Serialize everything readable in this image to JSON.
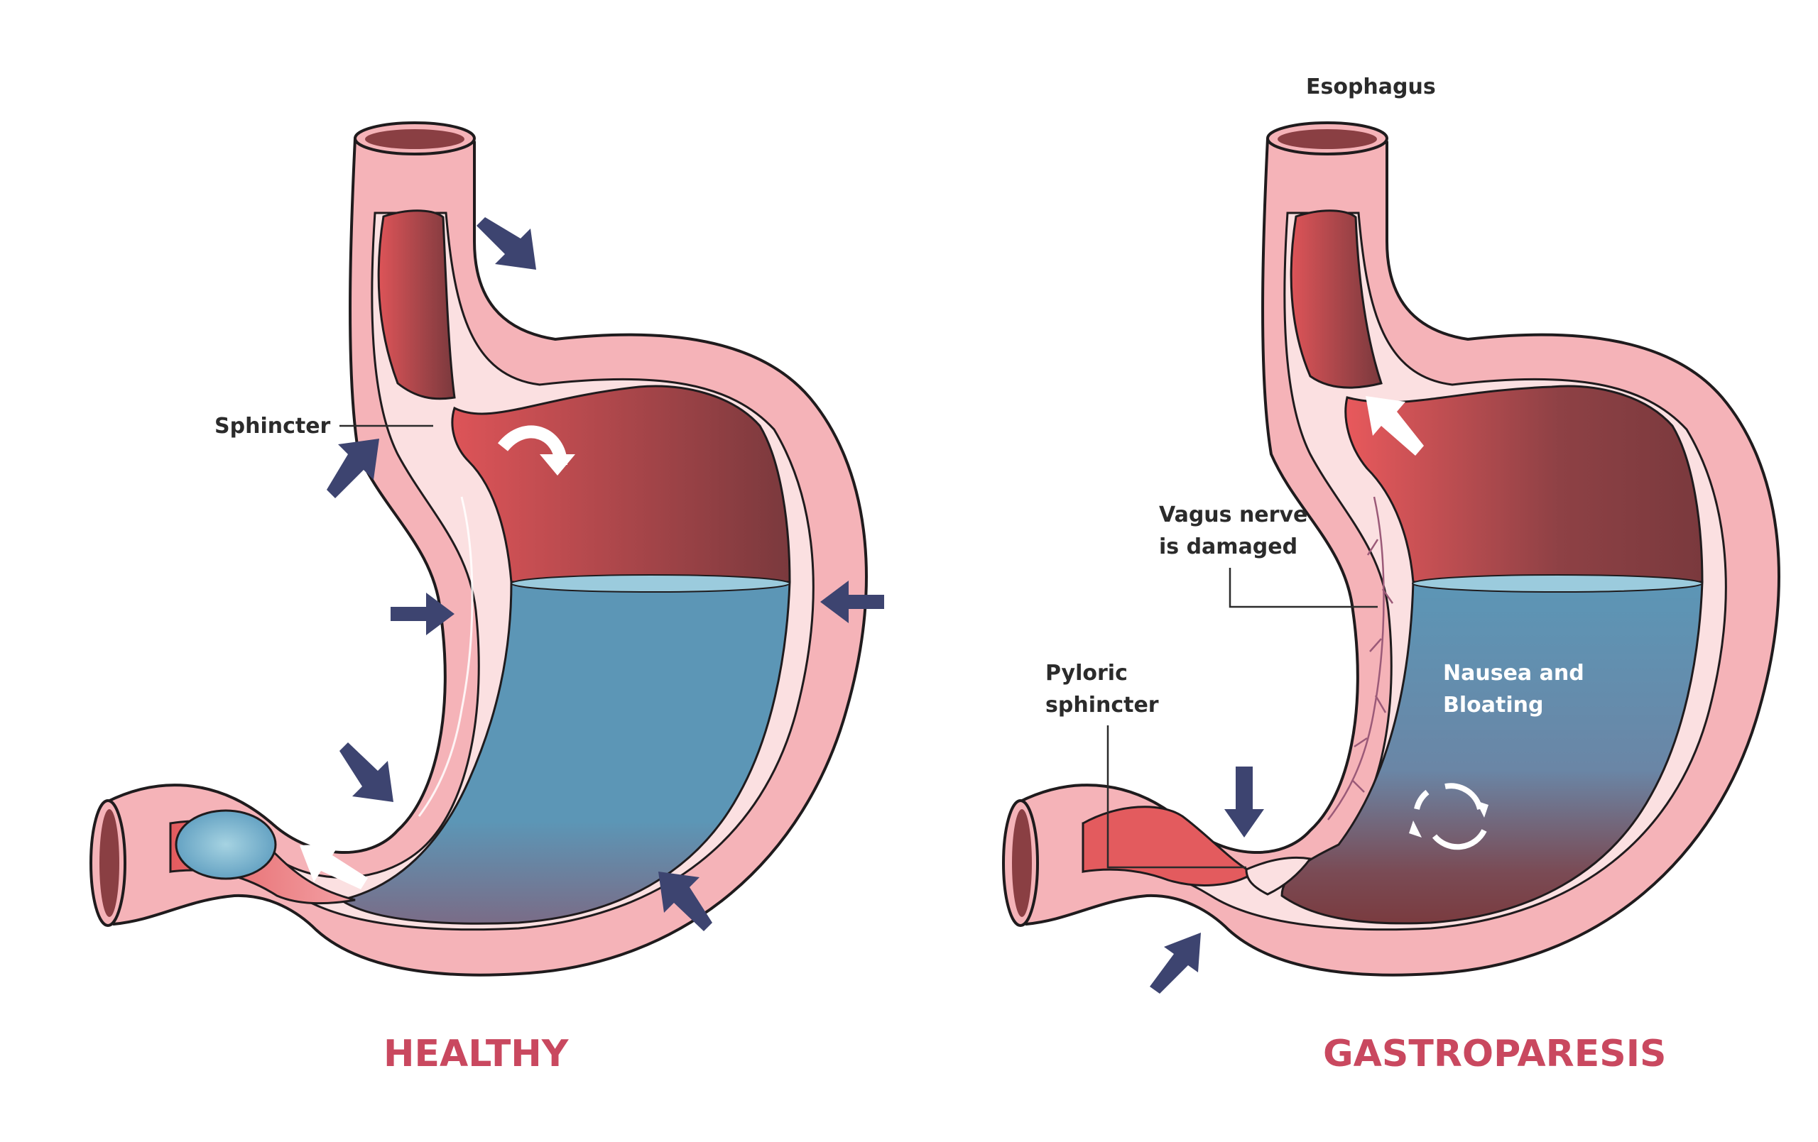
{
  "panels": {
    "healthy": {
      "title": "HEALTHY",
      "labels": {
        "sphincter": "Sphincter"
      }
    },
    "gastroparesis": {
      "title": "GASTROPARESIS",
      "labels": {
        "esophagus": "Esophagus",
        "vagus_line1": "Vagus nerve",
        "vagus_line2": "is damaged",
        "pyloric_line1": "Pyloric",
        "pyloric_line2": "sphincter",
        "nausea_line1": "Nausea and",
        "nausea_line2": "Bloating"
      }
    }
  },
  "colors": {
    "title": "#c9485f",
    "wall": "#f5b3b8",
    "wall_inner": "#fbe0e1",
    "cavity_light": "#e35b5e",
    "cavity_dark": "#7d3b3f",
    "fluid": "#5c96b6",
    "fluid_top": "#8cc3d9",
    "force_arrow": "#3d4470",
    "motion_arrow": "#ffffff",
    "nerve": "#9b5a78"
  }
}
